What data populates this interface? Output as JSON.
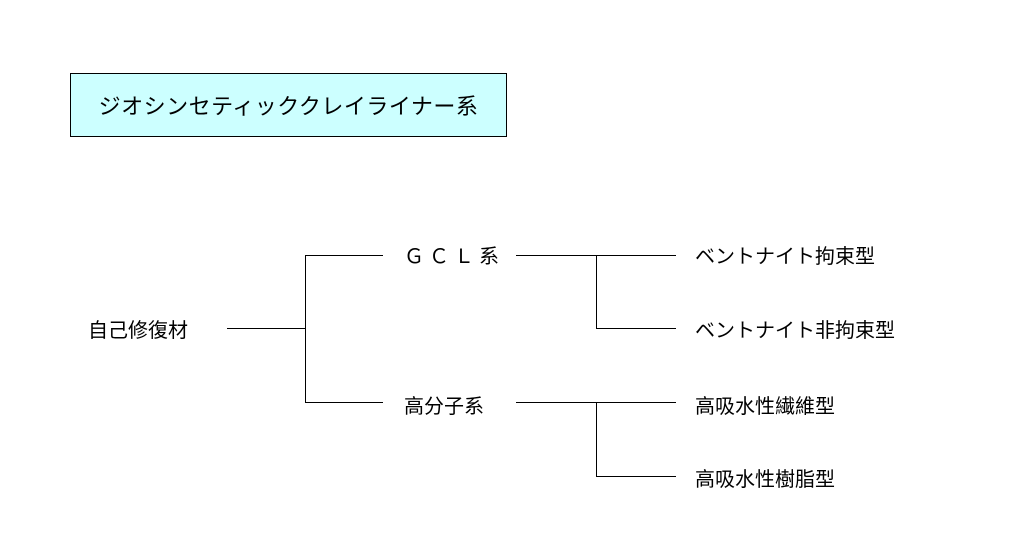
{
  "title": {
    "text": "ジオシンセティッククレイライナー系",
    "background": "#ccffff"
  },
  "tree": {
    "root": "自己修復材",
    "branches": [
      {
        "label": "ＧＣＬ系",
        "leaves": [
          "ベントナイト拘束型",
          "ベントナイト非拘束型"
        ]
      },
      {
        "label": "高分子系",
        "leaves": [
          "高吸水性繊維型",
          "高吸水性樹脂型"
        ]
      }
    ]
  },
  "colors": {
    "line": "#000000",
    "text": "#000000",
    "page": "#ffffff"
  }
}
